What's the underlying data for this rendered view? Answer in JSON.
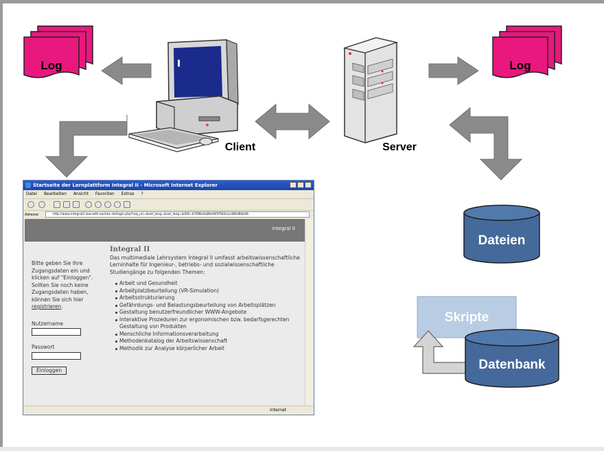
{
  "labels": {
    "log_left": "Log",
    "log_right": "Log",
    "client": "Client",
    "server": "Server",
    "dateien": "Dateien",
    "skripte": "Skripte",
    "datenbank": "Datenbank"
  },
  "colors": {
    "log": "#e8187e",
    "arrow": "#8a8a8a",
    "db": "#44699a",
    "skripte": "#b8cce4"
  },
  "browser": {
    "title": "Startseite der Lernplattform Integral II - Microsoft Internet Explorer",
    "menu": [
      "Datei",
      "Bearbeiten",
      "Ansicht",
      "Favoriten",
      "Extras",
      "?"
    ],
    "address_label": "Adresse",
    "address": "http://www.integral2.iaw.rwth-aachen.de/login.php?req_uri=&set_lang=&set_lang=&SID=b76f8c0a86ef4f1f583cac480d80e06",
    "logo": "integral II",
    "sidebar_text": "Bitte geben Sie Ihre Zugangsdaten ein und klicken auf \"Einloggen\". Sollten Sie noch keine Zugangsdaten haben, können Sie sich hier",
    "register_link": "registrieren",
    "username_label": "Nutzername",
    "password_label": "Passwort",
    "login_button": "Einloggen",
    "heading": "Integral II",
    "intro": "Das multimediale Lehrsystem Integral II umfasst arbeitswissenschaftliche Lerninhalte für Ingenieur-, betriebs- und sozialwissenschaftliche Studiengänge zu folgenden Themen:",
    "topics": [
      "Arbeit und Gesundheit",
      "Arbeitplatzbeurteilung (VR-Simulation)",
      "Arbeitsstrukturierung",
      "Gefährdungs- und Belastungsbeurteilung von Arbeitsplätzen",
      "Gestaltung benutzerfreundlicher WWW-Angebote",
      "Interaktive Prozeduren zur ergonomischen bzw. bedarfsgerechten Gestaltung von Produkten",
      "Menschliche Informationsverarbeitung",
      "Methodenkatalog der Arbeitswissenschaft",
      "Methodik zur Analyse körperlicher Arbeit"
    ],
    "status_zone": "Internet"
  }
}
